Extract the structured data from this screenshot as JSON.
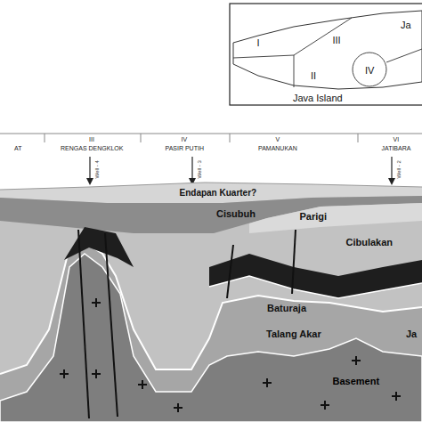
{
  "diagram": {
    "labels": [
      "AT",
      "III",
      "RENGAS DENGKLOK",
      "IV",
      "PASIR PUTIH",
      "V",
      "PAMANUKAN",
      "VI",
      "JATIBARA",
      "Well - 4",
      "Well - 3",
      "Well - 2",
      "Endapan Kuarter?",
      "Cisubuh",
      "Parigi",
      "Cibulakan",
      "Baturaja",
      "Talang Akar",
      "Ja",
      "Basement",
      "I",
      "II",
      "III",
      "IV",
      "Ja",
      "Java Island"
    ]
  }
}
